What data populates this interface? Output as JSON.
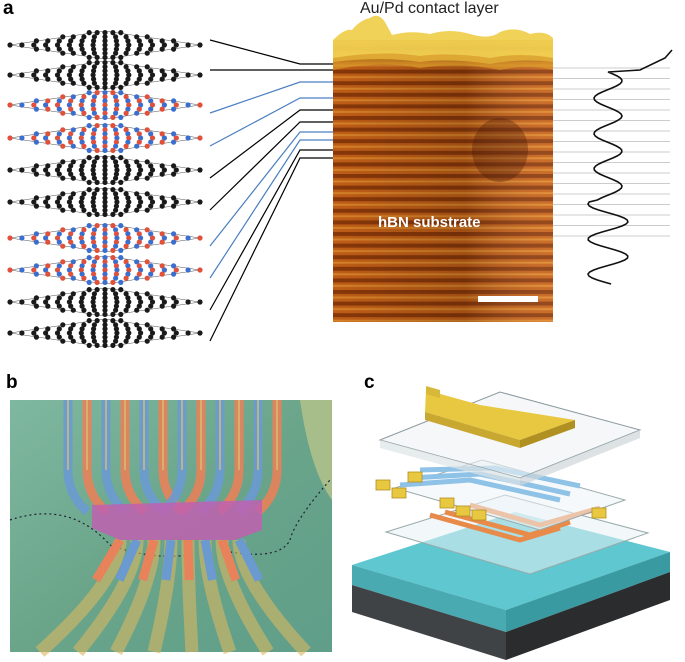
{
  "panels": {
    "a": {
      "letter": "a"
    },
    "b": {
      "letter": "b"
    },
    "c": {
      "letter": "c"
    }
  },
  "labels": {
    "contact_layer": "Au/Pd contact layer",
    "substrate": "hBN substrate"
  },
  "stack": {
    "layers": [
      "graphene",
      "graphene",
      "hBN",
      "hBN",
      "graphene",
      "graphene",
      "hBN",
      "hBN",
      "graphene",
      "graphene"
    ]
  },
  "colors": {
    "graphene_atom": "#1a1a1a",
    "boron_atom": "#e0503a",
    "nitrogen_atom": "#3a6fd0",
    "graphene_line": "#000000",
    "hbn_line": "#4a7fc0",
    "tem_base": "#c8601a",
    "gold_contact": "#e8c840",
    "substrate_top": "#5ec7cf",
    "substrate_bottom": "#3a3d40"
  }
}
